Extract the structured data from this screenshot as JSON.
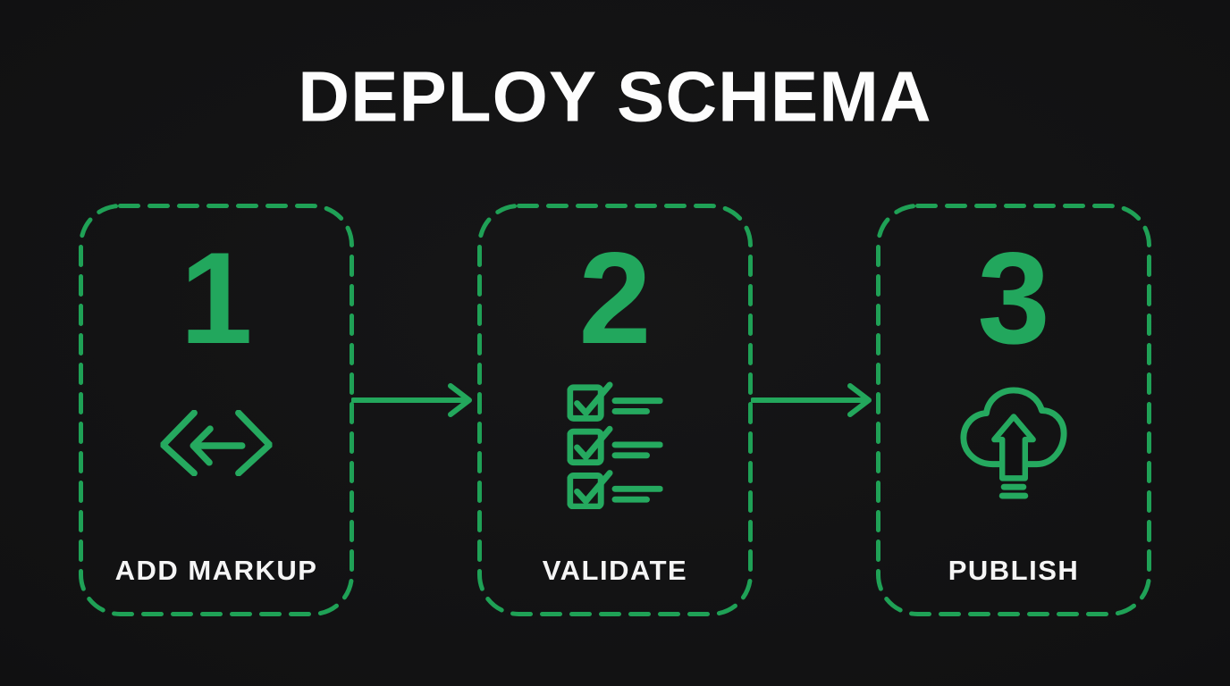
{
  "title": "DEPLOY SCHEMA",
  "steps": [
    {
      "number": "1",
      "label": "ADD MARKUP",
      "icon": "code-arrow-icon"
    },
    {
      "number": "2",
      "label": "VALIDATE",
      "icon": "checklist-icon"
    },
    {
      "number": "3",
      "label": "PUBLISH",
      "icon": "cloud-upload-icon"
    }
  ],
  "connectors": [
    {
      "from": "ADD MARKUP",
      "to": "VALIDATE",
      "icon": "right-arrow-icon"
    },
    {
      "from": "VALIDATE",
      "to": "PUBLISH",
      "icon": "right-arrow-icon"
    }
  ],
  "colors": {
    "background": "#111112",
    "accent_green": "#23a75c",
    "dashed_border_green": "#1fa156",
    "text_white": "#fdfdfd"
  }
}
